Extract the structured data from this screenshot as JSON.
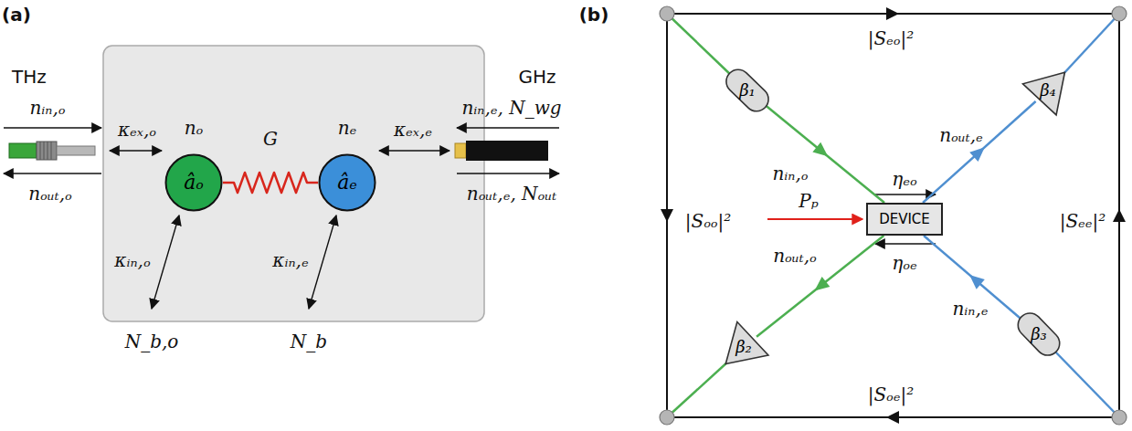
{
  "diagram": {
    "nodes": [
      {
        "text": [
          "âₒ"
        ]
      },
      {
        "text": [
          "âₑ"
        ]
      },
      {
        "text": [
          "DEVICE"
        ]
      },
      {
        "text": [
          "β₁"
        ]
      },
      {
        "text": [
          "β₂"
        ]
      },
      {
        "text": [
          "β₃"
        ]
      },
      {
        "text": [
          "β₄"
        ]
      }
    ],
    "edges": [
      {
        "from": 0,
        "to": 1,
        "arrow": "none",
        "label": "G"
      },
      {
        "from": 3,
        "to": 2,
        "arrow": "to",
        "label": "nᵢₙ,ₒ"
      },
      {
        "from": 2,
        "to": 4,
        "arrow": "to",
        "label": "nₒᵤₜ,ₒ"
      },
      {
        "from": 5,
        "to": 2,
        "arrow": "to",
        "label": "nᵢₙ,ₑ"
      },
      {
        "from": 2,
        "to": 6,
        "arrow": "to",
        "label": "nₒᵤₜ,ₑ"
      }
    ],
    "labels": [
      "(a)",
      "(b)",
      "THz",
      "GHz",
      "nᵢₙ,ₒ",
      "nₒᵤₜ,ₒ",
      "κₑₓ,ₒ",
      "nₒ",
      "nₑ",
      "κₑₓ,ₑ",
      "nᵢₙ,ₑ, N_wg",
      "nₒᵤₜ,ₑ, Nₒᵤₜ",
      "κᵢₙ,ₒ",
      "κᵢₙ,ₑ",
      "N_b,o",
      "N_b",
      "|Sₑₒ|²",
      "|Sₒₒ|²",
      "|Sₑₑ|²",
      "|Sₒₑ|²",
      "Pₚ",
      "ηₑₒ",
      "ηₒₑ"
    ]
  }
}
